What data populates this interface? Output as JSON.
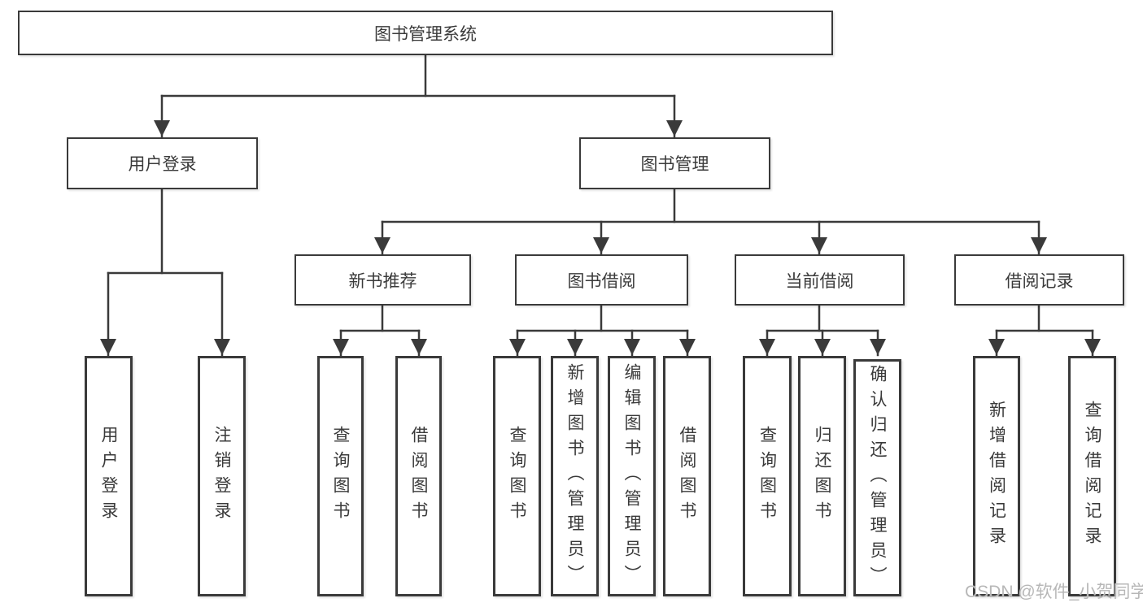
{
  "colors": {
    "line": "#3a3a3a",
    "box_border": "#3a3a3a",
    "box_fill": "#ffffff",
    "text": "#3a3a3a",
    "watermark": "#b7b7b7",
    "background": "#ffffff"
  },
  "watermark": {
    "text": "CSDN @软件_小贺同学"
  },
  "tree": {
    "root": {
      "label": "图书管理系统"
    },
    "branches": [
      {
        "label": "用户登录",
        "children": [
          "用户登录",
          "注销登录"
        ]
      },
      {
        "label": "图书管理",
        "groups": [
          {
            "label": "新书推荐",
            "children": [
              "查询图书",
              "借阅图书"
            ]
          },
          {
            "label": "图书借阅",
            "children": [
              "查询图书",
              "新增图书（管理员）",
              "编辑图书（管理员）",
              "借阅图书"
            ]
          },
          {
            "label": "当前借阅",
            "children": [
              "查询图书",
              "归还图书",
              "确认归还（管理员）"
            ]
          },
          {
            "label": "借阅记录",
            "children": [
              "新增借阅记录",
              "查询借阅记录"
            ]
          }
        ]
      }
    ]
  }
}
